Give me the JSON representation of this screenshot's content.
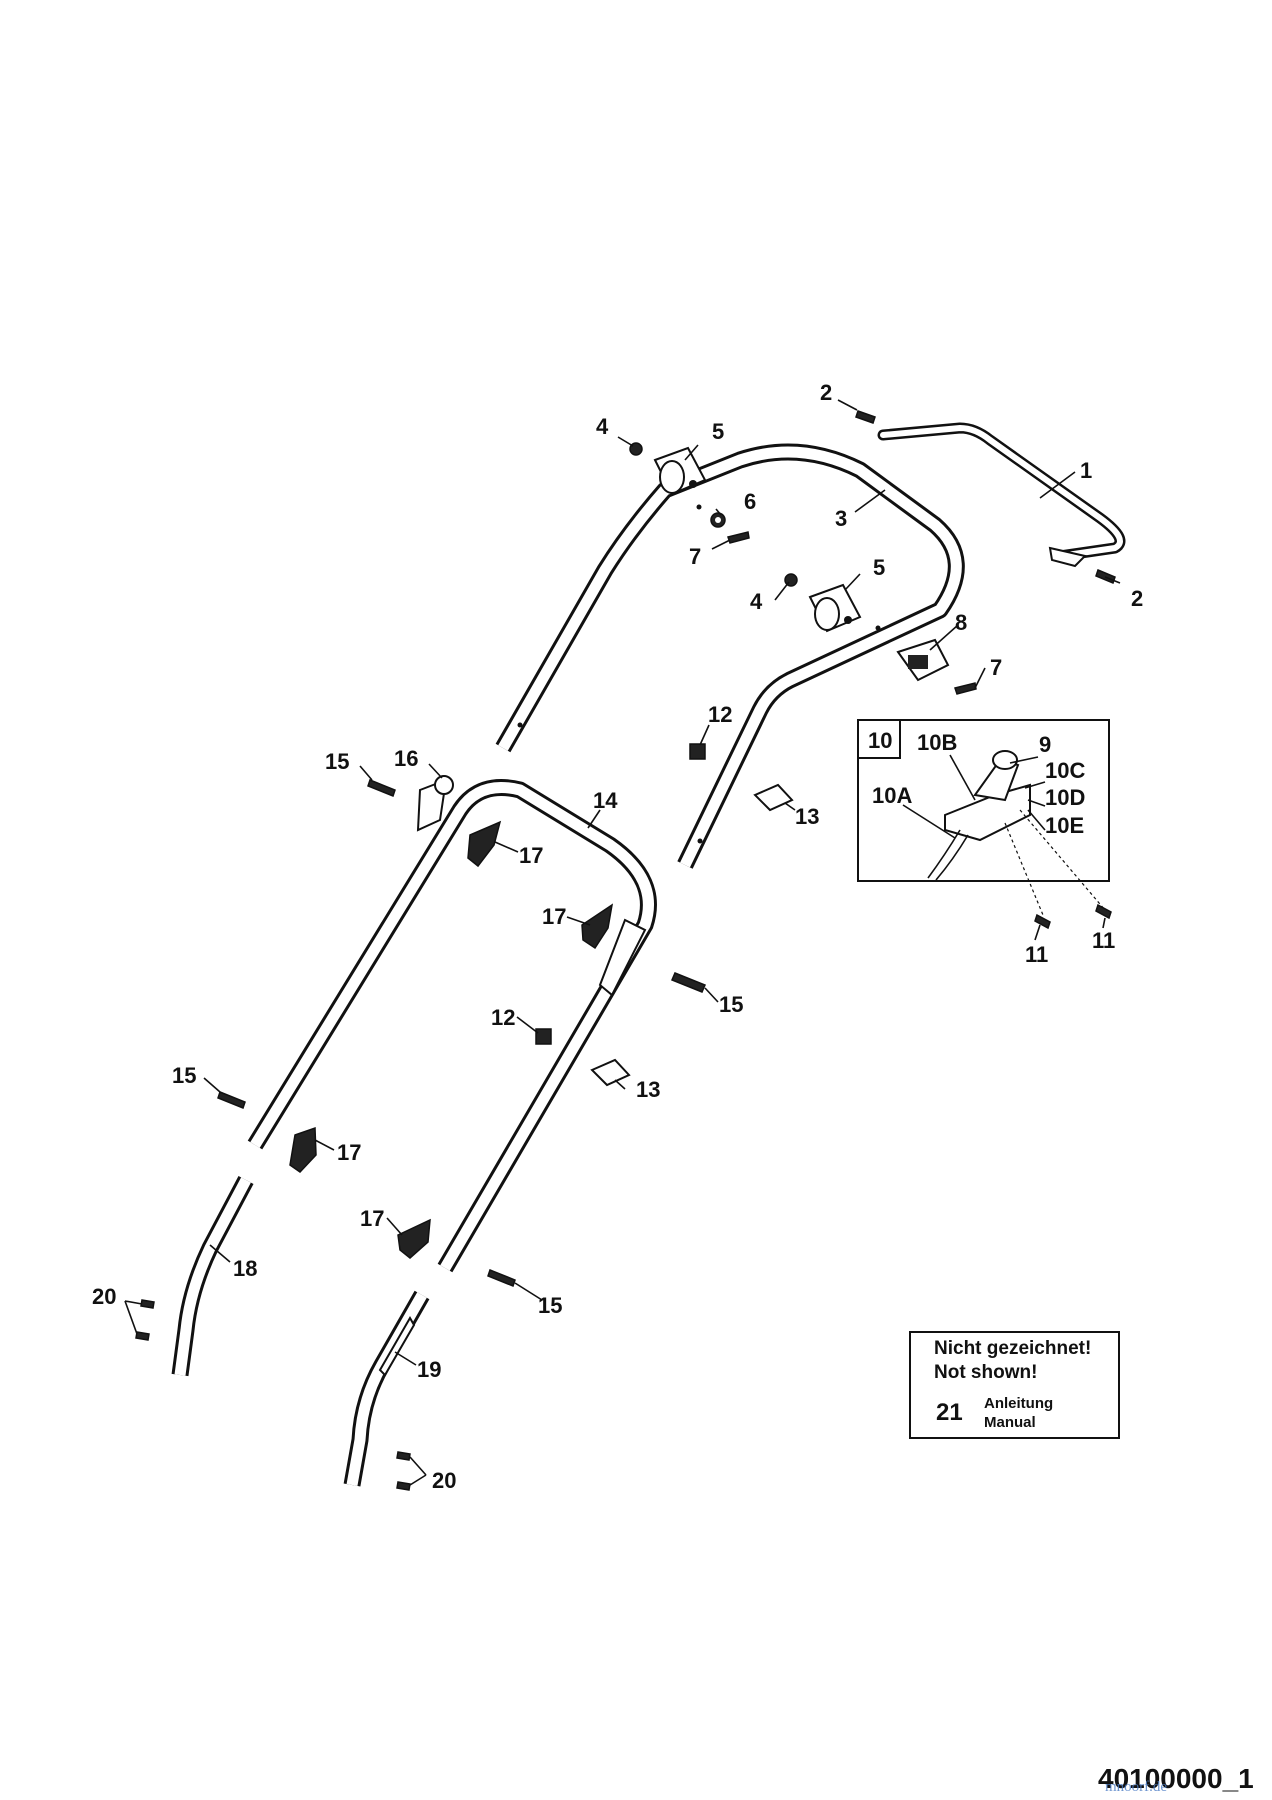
{
  "diagram": {
    "part_labels": [
      "1",
      "2",
      "2",
      "3",
      "4",
      "4",
      "5",
      "5",
      "6",
      "7",
      "7",
      "8",
      "9",
      "10",
      "10A",
      "10B",
      "10C",
      "10D",
      "10E",
      "11",
      "11",
      "12",
      "12",
      "13",
      "13",
      "14",
      "15",
      "15",
      "15",
      "15",
      "16",
      "17",
      "17",
      "17",
      "17",
      "18",
      "19",
      "20",
      "20"
    ],
    "inset": {
      "title": "10"
    },
    "note": {
      "line1": "Nicht gezeichnet!",
      "line2": "Not shown!",
      "item_number": "21",
      "item_de": "Anleitung",
      "item_en": "Manual"
    },
    "drawing_number": "40100000_1",
    "watermark": "mnoorf.de"
  },
  "colors": {
    "line": "#111111",
    "background": "#ffffff",
    "watermark": "#4a7bc4"
  }
}
